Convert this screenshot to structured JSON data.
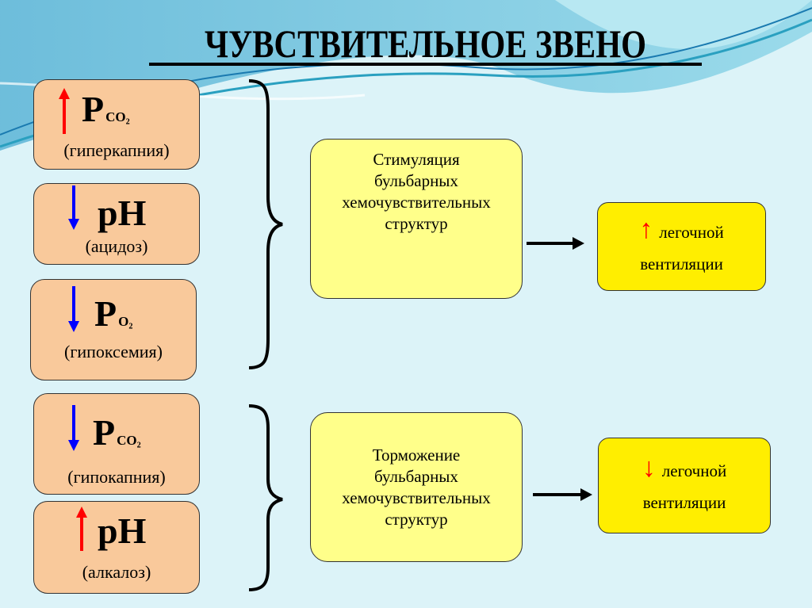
{
  "title": "ЧУВСТВИТЕЛЬНОЕ ЗВЕНО",
  "colors": {
    "up_arrow": "#ff0000",
    "down_arrow": "#0000ff",
    "stimulus_box": "#f9c99b",
    "center_box": "#ffff8a",
    "result_box": "#ffee00"
  },
  "group1": {
    "stimuli": [
      {
        "symbol": "P",
        "subscript": "CO₂",
        "note": "(гиперкапния)",
        "direction": "up"
      },
      {
        "symbol": "pH",
        "subscript": "",
        "note": "(ацидоз)",
        "direction": "down"
      },
      {
        "symbol": "P",
        "subscript": "O₂",
        "note": "(гипоксемия)",
        "direction": "down"
      }
    ],
    "center": [
      "Стимуляция",
      "бульбарных",
      "хемочувствительных",
      "структур"
    ],
    "result": {
      "arrow": "↑",
      "line1": "легочной",
      "line2": "вентиляции"
    }
  },
  "group2": {
    "stimuli": [
      {
        "symbol": "P",
        "subscript": "CO₂",
        "note": "(гипокапния)",
        "direction": "down"
      },
      {
        "symbol": "pH",
        "subscript": "",
        "note": "(алкалоз)",
        "direction": "up"
      }
    ],
    "center": [
      "Торможение",
      "бульбарных",
      "хемочувствительных",
      "структур"
    ],
    "result": {
      "arrow": "↓",
      "line1": "легочной",
      "line2": "вентиляции"
    }
  }
}
